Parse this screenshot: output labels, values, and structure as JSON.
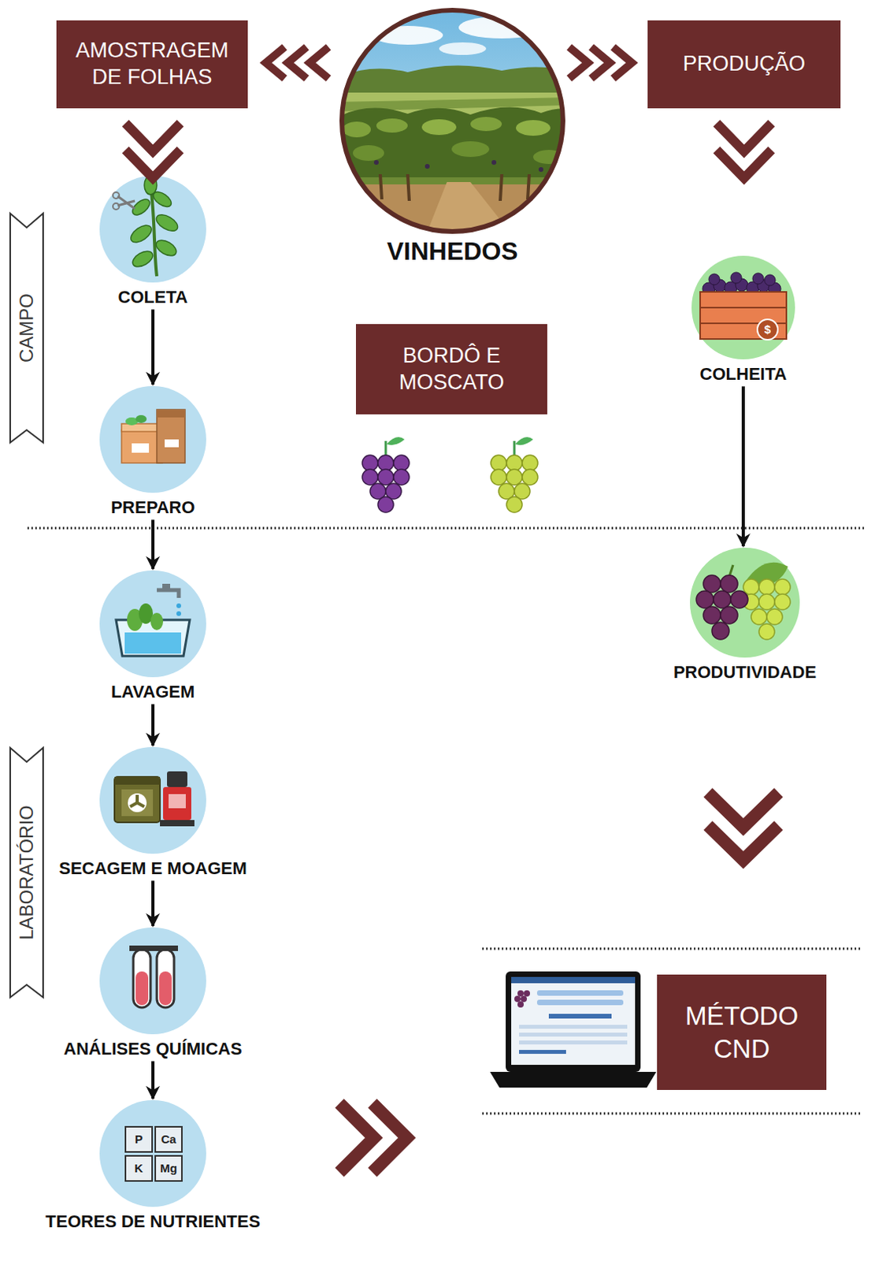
{
  "diagram": {
    "nodes": [
      {
        "text": [
          "AMOSTRAGEM DE FOLHAS"
        ]
      },
      {
        "text": [
          "VINHEDOS"
        ]
      },
      {
        "text": [
          "PRODUÇÃO"
        ]
      },
      {
        "text": [
          "COLETA"
        ]
      },
      {
        "text": [
          "BORDÔ E MOSCATO"
        ]
      },
      {
        "text": [
          "COLHEITA"
        ]
      },
      {
        "text": [
          "PREPARO"
        ]
      },
      {
        "text": [
          "LAVAGEM"
        ]
      },
      {
        "text": [
          "PRODUTIVIDADE"
        ]
      },
      {
        "text": [
          "SECAGEM E MOAGEM"
        ]
      },
      {
        "text": [
          "ANÁLISES QUÍMICAS"
        ]
      },
      {
        "text": [
          "MÉTODO CND"
        ]
      },
      {
        "text": [
          "TEORES DE NUTRIENTES"
        ]
      }
    ],
    "edges": [
      {
        "from": 1,
        "to": 0,
        "arrow": "to"
      },
      {
        "from": 1,
        "to": 2,
        "arrow": "to"
      },
      {
        "from": 0,
        "to": 3,
        "arrow": "to"
      },
      {
        "from": 3,
        "to": 6,
        "arrow": "to"
      },
      {
        "from": 6,
        "to": 7,
        "arrow": "to"
      },
      {
        "from": 7,
        "to": 9,
        "arrow": "to"
      },
      {
        "from": 9,
        "to": 10,
        "arrow": "to"
      },
      {
        "from": 10,
        "to": 12,
        "arrow": "to"
      },
      {
        "from": 12,
        "to": 11,
        "arrow": "to"
      },
      {
        "from": 2,
        "to": 5,
        "arrow": "to"
      },
      {
        "from": 5,
        "to": 8,
        "arrow": "to"
      },
      {
        "from": 8,
        "to": 11,
        "arrow": "to"
      }
    ],
    "labels": [
      "CAMPO",
      "LABORATÓRIO",
      "$",
      "P",
      "Ca",
      "K",
      "Mg"
    ]
  }
}
